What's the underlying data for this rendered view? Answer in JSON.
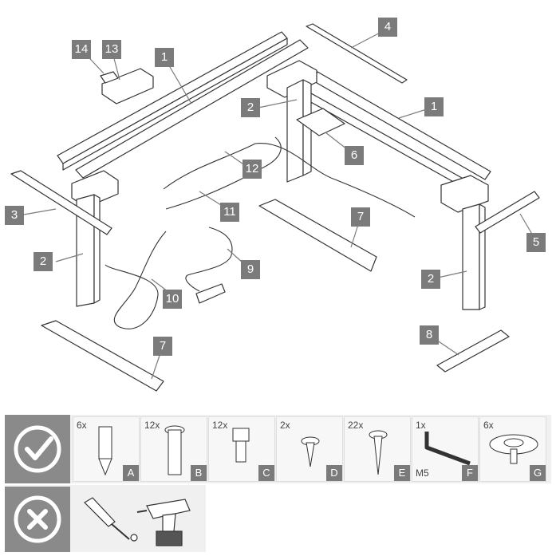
{
  "callouts": [
    {
      "label": "1"
    },
    {
      "label": "1"
    },
    {
      "label": "2"
    },
    {
      "label": "2"
    },
    {
      "label": "2"
    },
    {
      "label": "3"
    },
    {
      "label": "4"
    },
    {
      "label": "5"
    },
    {
      "label": "6"
    },
    {
      "label": "7"
    },
    {
      "label": "7"
    },
    {
      "label": "8"
    },
    {
      "label": "9"
    },
    {
      "label": "10"
    },
    {
      "label": "11"
    },
    {
      "label": "12"
    },
    {
      "label": "13"
    },
    {
      "label": "14"
    }
  ],
  "hardware": [
    {
      "qty": "6x",
      "letter": "A",
      "sub": ""
    },
    {
      "qty": "12x",
      "letter": "B",
      "sub": ""
    },
    {
      "qty": "12x",
      "letter": "C",
      "sub": ""
    },
    {
      "qty": "2x",
      "letter": "D",
      "sub": ""
    },
    {
      "qty": "22x",
      "letter": "E",
      "sub": ""
    },
    {
      "qty": "1x",
      "letter": "F",
      "sub": "M5"
    },
    {
      "qty": "6x",
      "letter": "G",
      "sub": ""
    }
  ],
  "icons": {
    "required": "checkmark-icon",
    "not_required": "cross-icon"
  },
  "colors": {
    "callout": "#7b7b7b",
    "panel": "#f0f0f0",
    "line": "#333333"
  }
}
